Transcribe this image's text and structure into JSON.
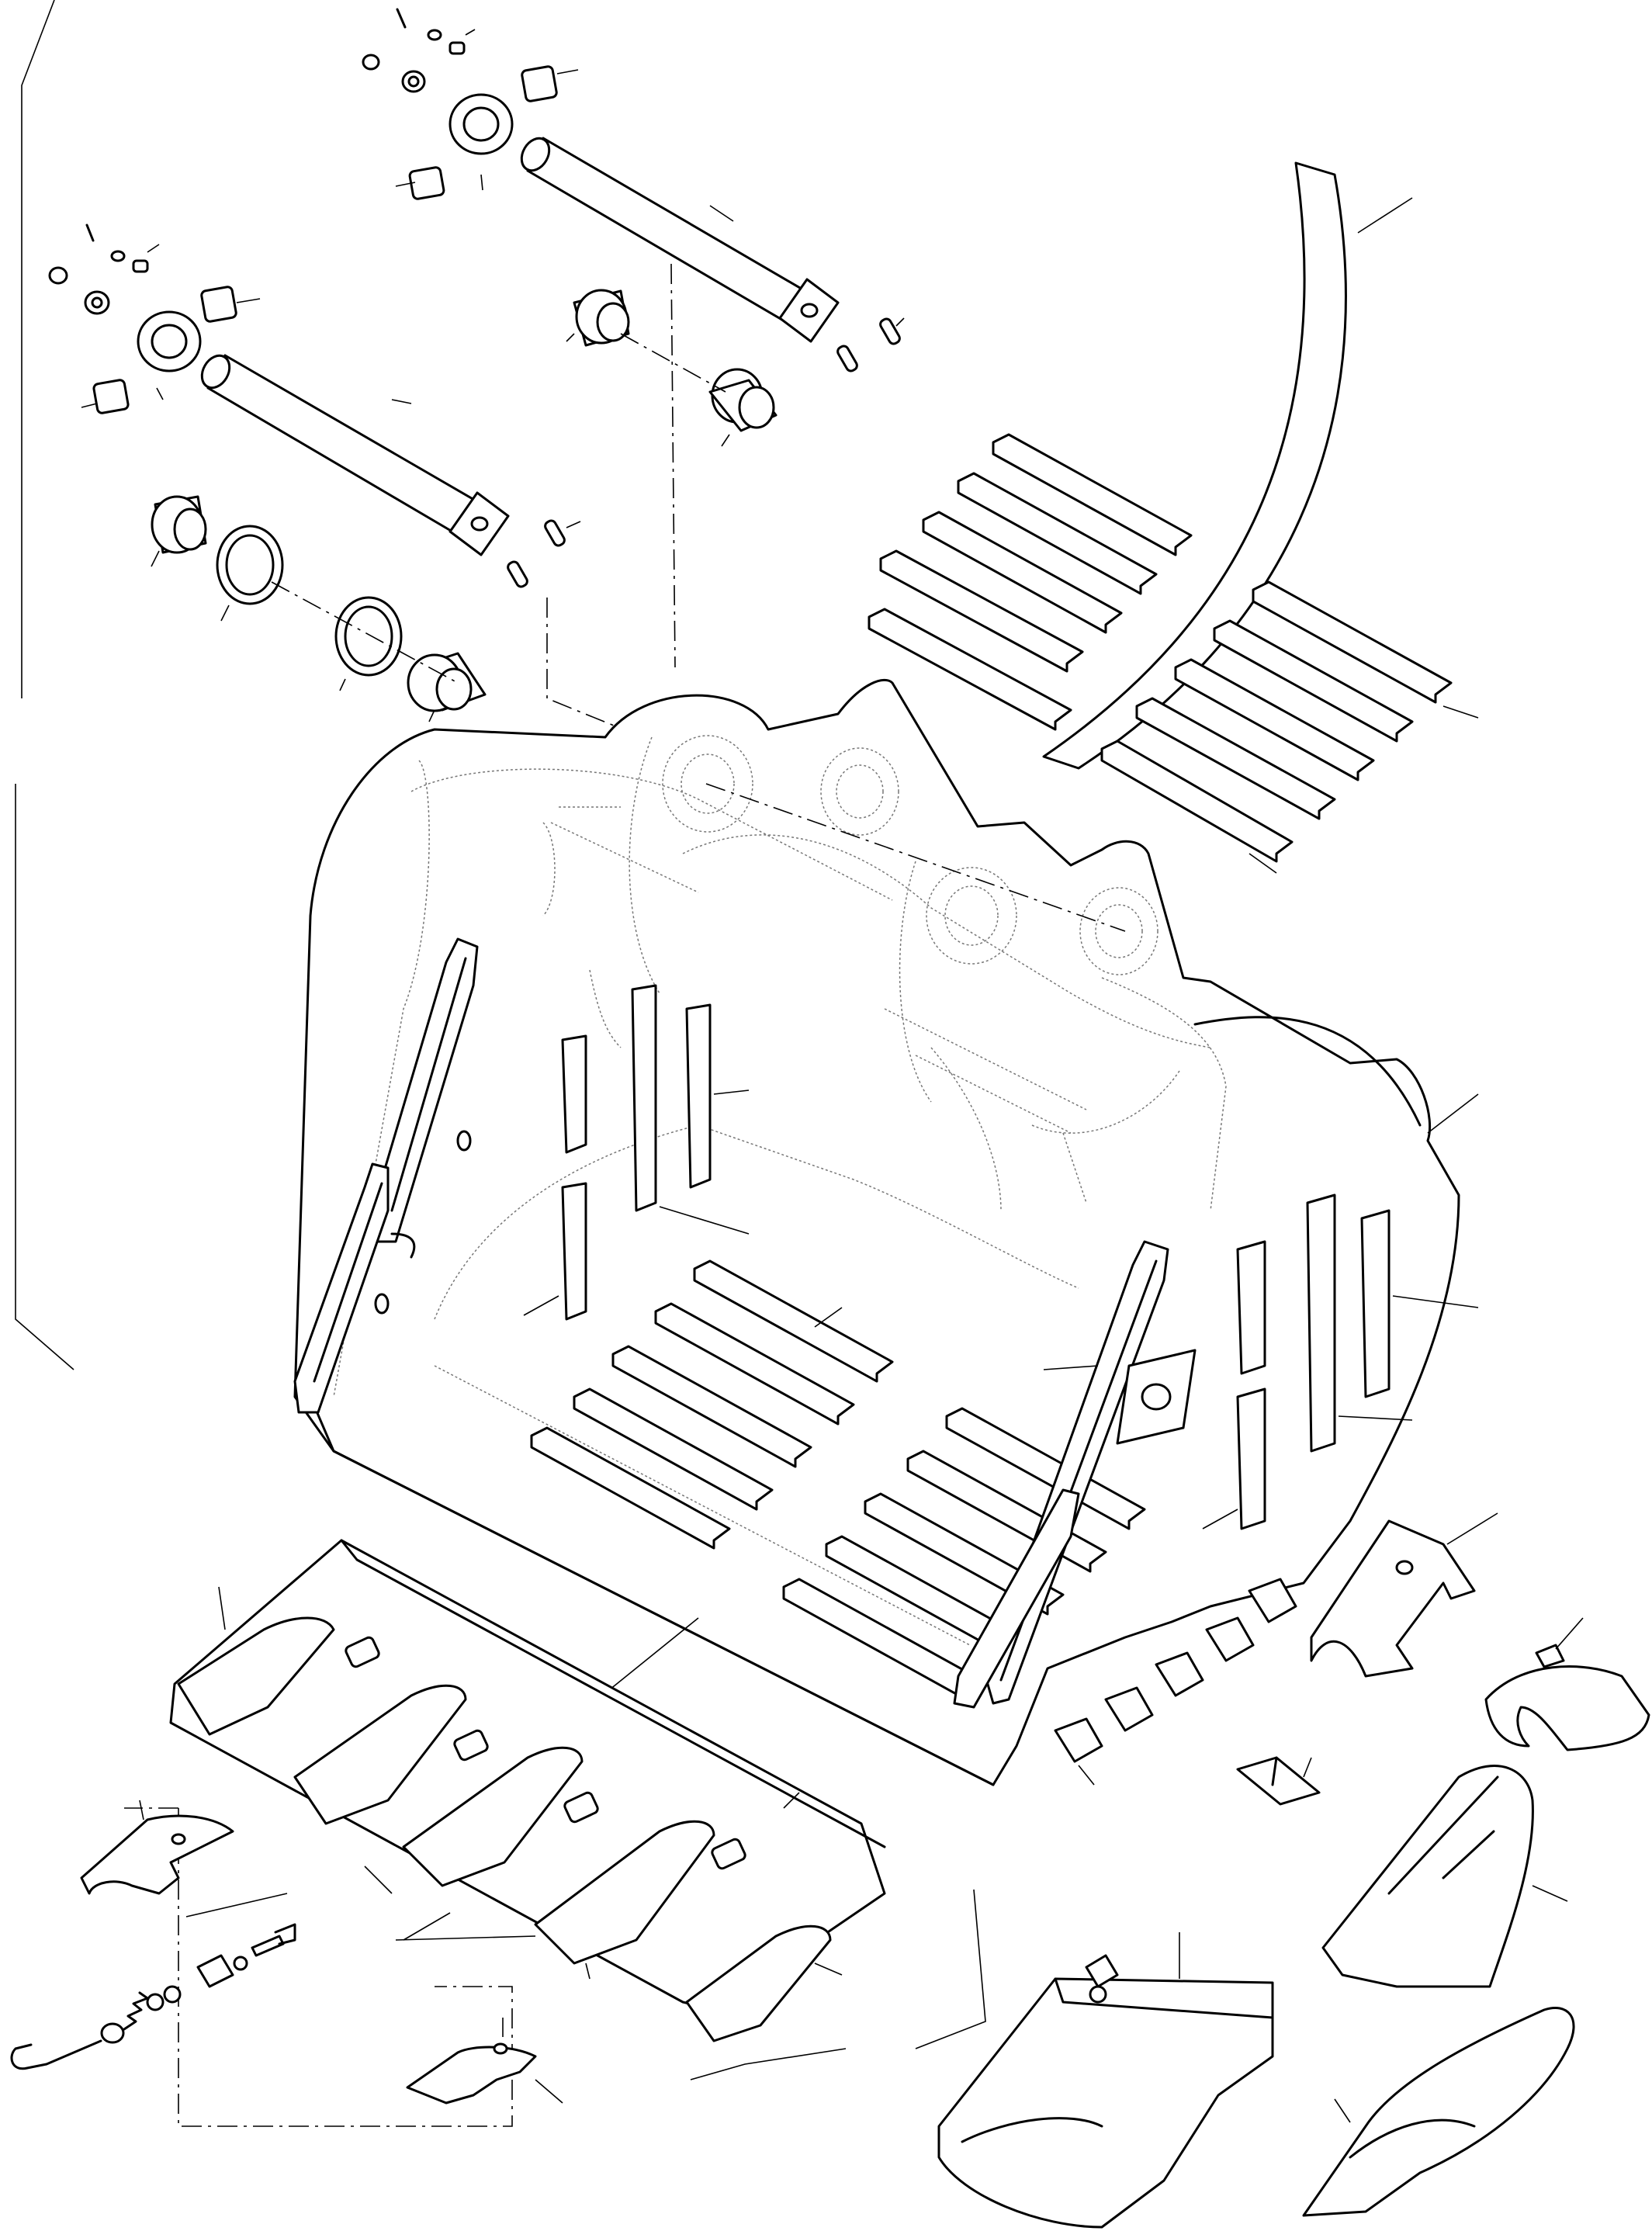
{
  "diagram": {
    "type": "exploded-parts-view",
    "colors": {
      "line": "#000000",
      "hidden_line": "#777777",
      "background": "#ffffff"
    },
    "parts": [
      {
        "name": "upper-hinge-pin"
      },
      {
        "name": "lower-hinge-pin"
      },
      {
        "name": "pin-bushing"
      },
      {
        "name": "seal-ring"
      },
      {
        "name": "spacer-block"
      },
      {
        "name": "lock-bolt"
      },
      {
        "name": "cotter-pin"
      },
      {
        "name": "curved-wear-strip"
      },
      {
        "name": "wear-bar"
      },
      {
        "name": "bucket-body"
      },
      {
        "name": "side-cutter"
      },
      {
        "name": "tooth-adapter-lip"
      },
      {
        "name": "tooth-tip"
      },
      {
        "name": "lip-shroud"
      },
      {
        "name": "heel-shroud"
      },
      {
        "name": "retainer-pin-assembly"
      },
      {
        "name": "tooth-point"
      },
      {
        "name": "cast-adapter"
      }
    ]
  }
}
